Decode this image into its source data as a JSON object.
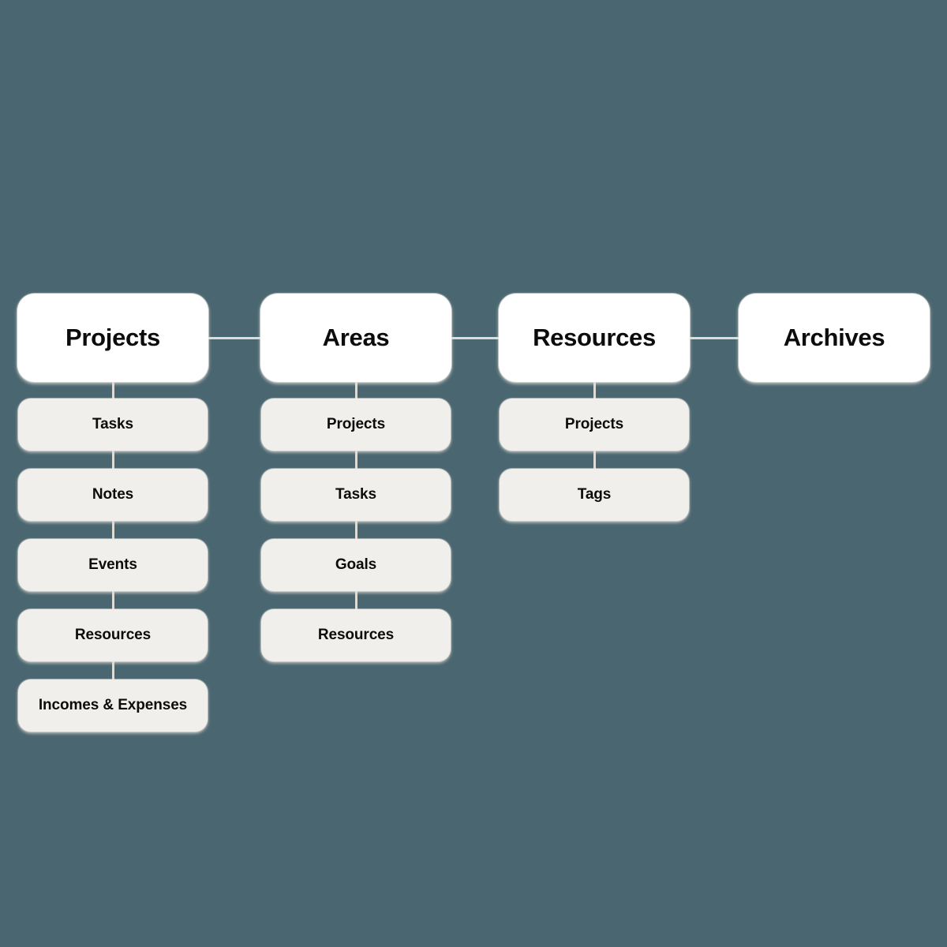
{
  "diagram": {
    "type": "hierarchy-tree",
    "background_color": "#4a6670",
    "root_box_color": "#ffffff",
    "child_box_color": "#f0efeb",
    "connector_color": "#dedcd6",
    "text_color": "#0c0c0c",
    "columns": [
      {
        "id": "projects",
        "root": "Projects",
        "children": [
          "Tasks",
          "Notes",
          "Events",
          "Resources",
          "Incomes & Expenses"
        ]
      },
      {
        "id": "areas",
        "root": "Areas",
        "children": [
          "Projects",
          "Tasks",
          "Goals",
          "Resources"
        ]
      },
      {
        "id": "resources",
        "root": "Resources",
        "children": [
          "Projects",
          "Tags"
        ]
      },
      {
        "id": "archives",
        "root": "Archives",
        "children": []
      }
    ]
  }
}
